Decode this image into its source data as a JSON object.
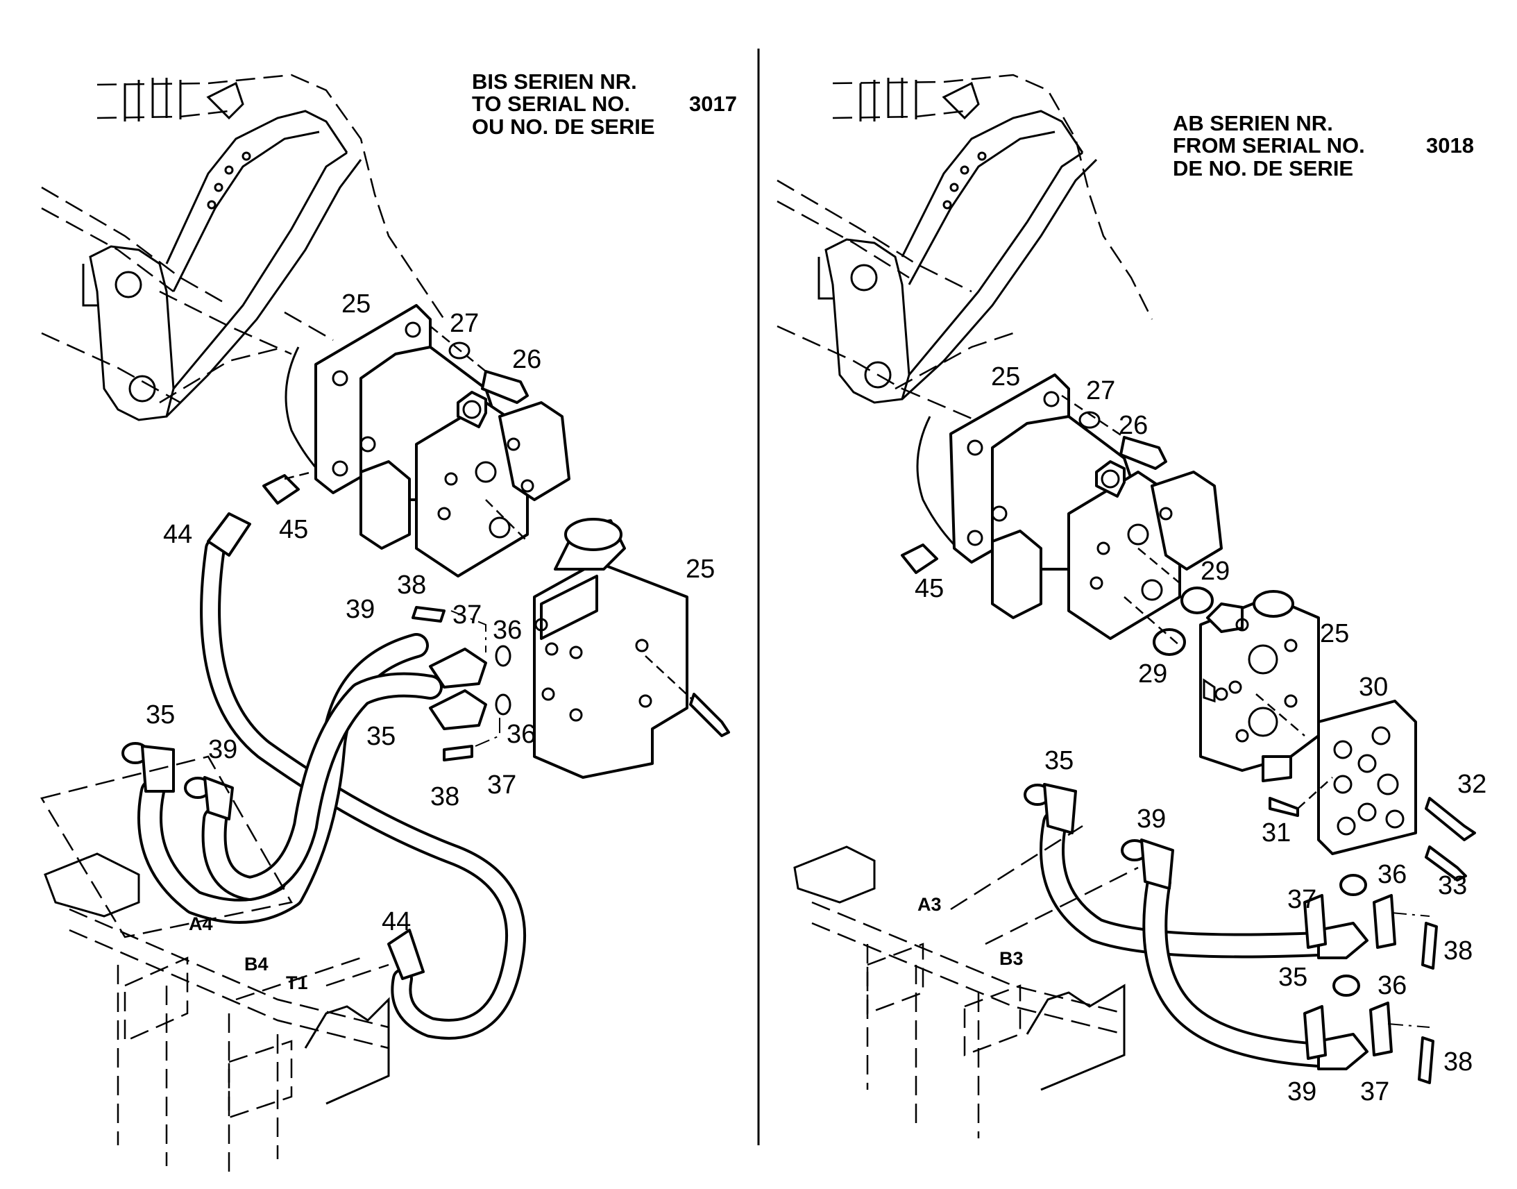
{
  "left_panel": {
    "header": {
      "line1": "BIS SERIEN NR.",
      "line2": "TO SERIAL NO.",
      "line3": "OU NO. DE SERIE",
      "serial": "3017"
    },
    "callouts": [
      "25",
      "27",
      "26",
      "44",
      "45",
      "25",
      "38",
      "39",
      "37",
      "36",
      "35",
      "36",
      "35",
      "39",
      "38",
      "37",
      "38",
      "44"
    ],
    "ports": [
      "A4",
      "B4",
      "T1"
    ]
  },
  "right_panel": {
    "header": {
      "line1": "AB SERIEN NR.",
      "line2": "FROM SERIAL NO.",
      "line3": "DE NO. DE SERIE",
      "serial": "3018"
    },
    "callouts": [
      "25",
      "27",
      "26",
      "45",
      "29",
      "25",
      "29",
      "30",
      "35",
      "32",
      "31",
      "39",
      "33",
      "36",
      "37",
      "38",
      "35",
      "36",
      "38",
      "39",
      "37"
    ],
    "ports": [
      "A3",
      "B3"
    ]
  }
}
